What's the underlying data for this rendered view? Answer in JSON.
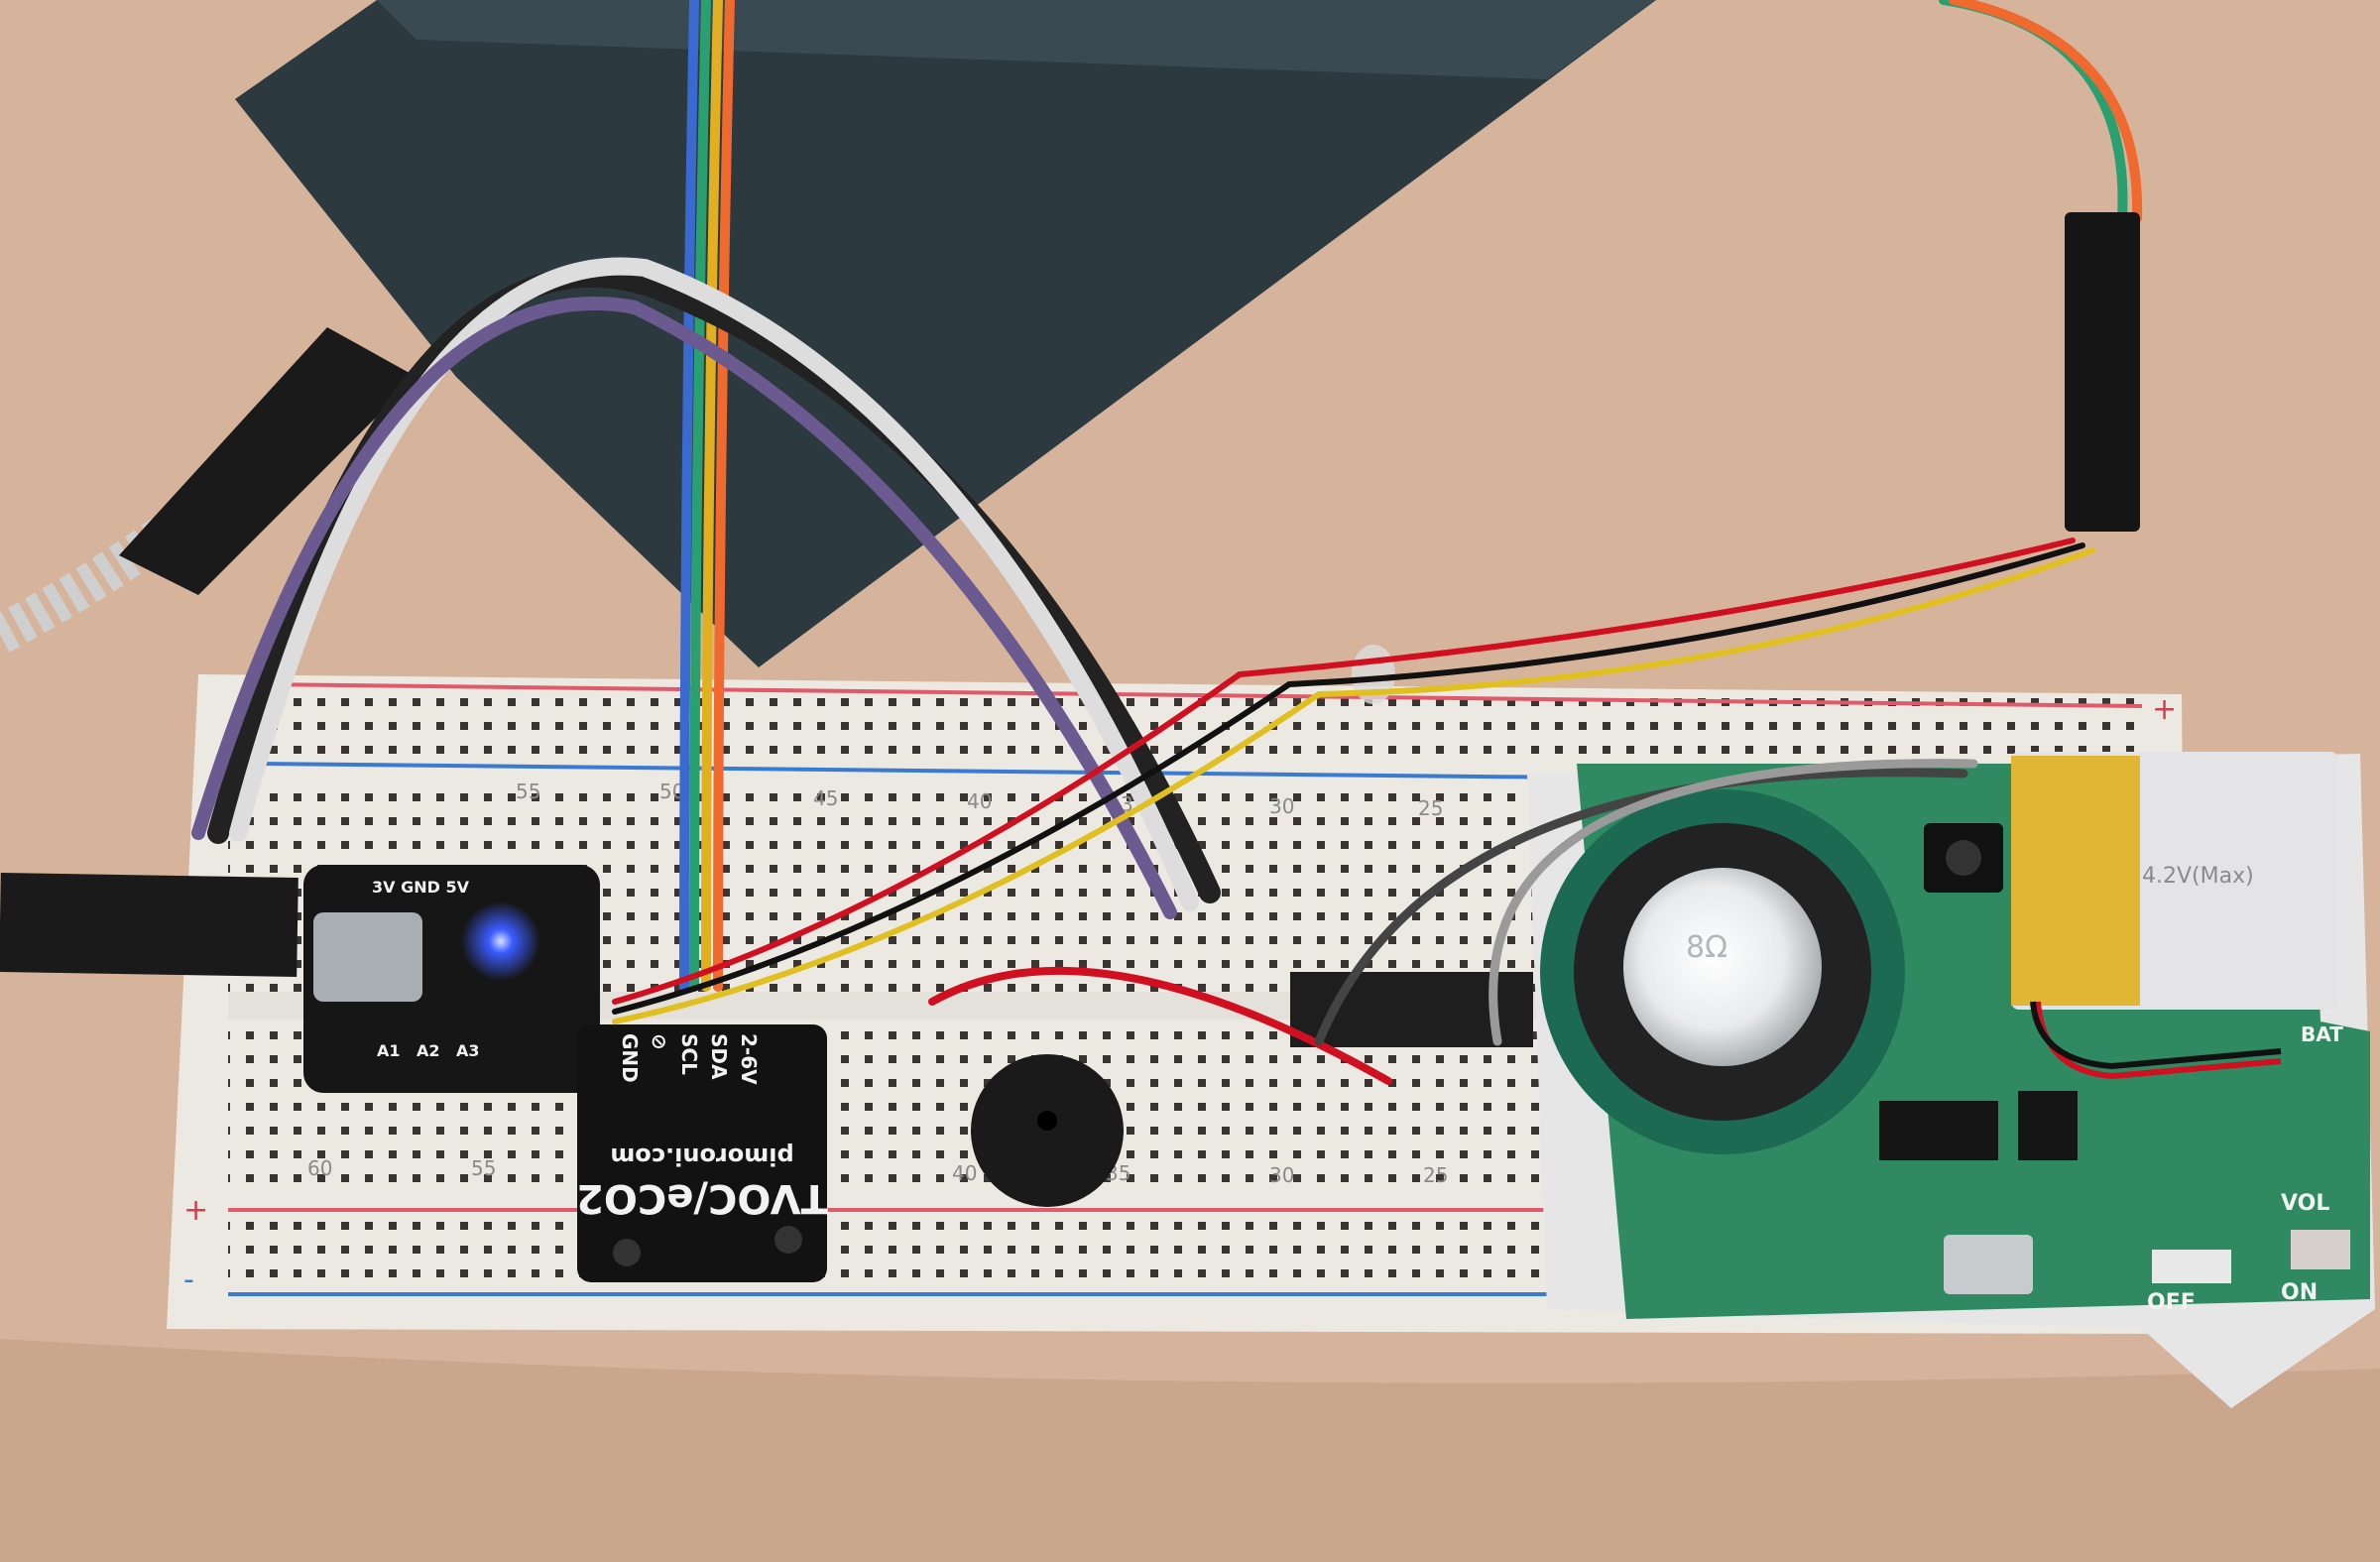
{
  "colors": {
    "table": "#d6b49c",
    "power_bank": "#2c3a40",
    "breadboard": "#ece8e2",
    "pcb": "#2f8a62",
    "sensor_board": "#121212",
    "battery_tape": "#e0b020",
    "battery": "#e4e4e6",
    "led_blue": "#3a5cff",
    "rail_red": "#e05a6a",
    "rail_blue": "#3a7ad0"
  },
  "sensor": {
    "pins": [
      "GND",
      "⊘",
      "SCL",
      "SDA",
      "2-6V"
    ],
    "brand": "pimoroni.com",
    "title": "TVOC/eCO2"
  },
  "microcontroller": {
    "top_label": "3V GND 5V",
    "pin_labels": [
      "A1",
      "A2",
      "A3"
    ]
  },
  "breadboard": {
    "column_numbers": [
      "55",
      "50",
      "45",
      "40",
      "35",
      "30",
      "25"
    ],
    "bottom_numbers": [
      "60",
      "55",
      "40",
      "35",
      "30",
      "25"
    ],
    "plus": "+",
    "minus": "-"
  },
  "battery": {
    "label": "4.2V(Max)"
  },
  "sound_module": {
    "labels": {
      "off": "OFF",
      "on": "ON",
      "vol": "VOL",
      "bat": "BAT"
    },
    "speaker_label": "8Ω"
  }
}
